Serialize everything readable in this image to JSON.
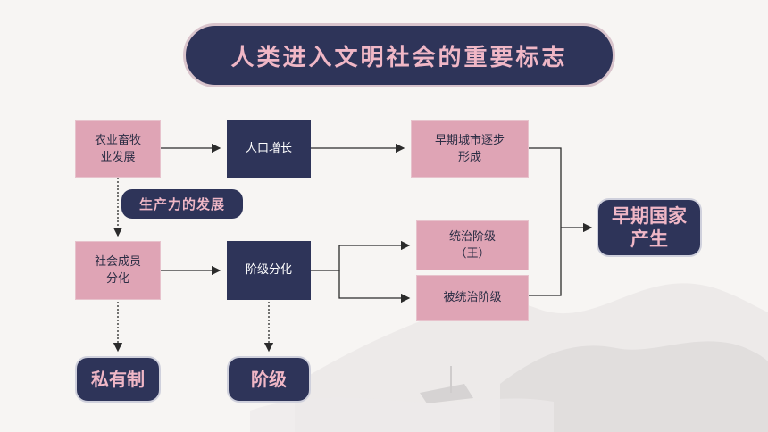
{
  "title": "人类进入文明社会的重要标志",
  "nodes": {
    "agriculture": "农业畜牧\n业发展",
    "population": "人口增长",
    "cities": "早期城市逐步\n形成",
    "productivity": "生产力的发展",
    "differentiation": "社会成员\n分化",
    "class_division": "阶级分化",
    "ruling_class": "统治阶级\n（王）",
    "ruled_class": "被统治阶级",
    "state": "早期国家\n产生",
    "private_ownership": "私有制",
    "classes": "阶级"
  },
  "colors": {
    "navy": "#2e3459",
    "pink": "#dfa4b5",
    "pink_text": "#f0b7c6"
  }
}
